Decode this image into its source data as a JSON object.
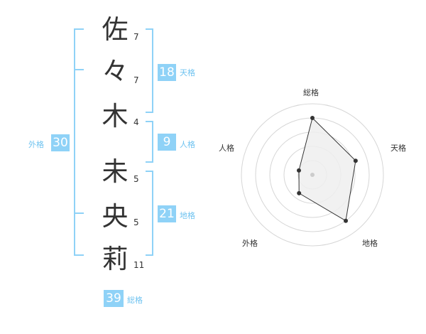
{
  "chars": [
    {
      "kanji": "佐",
      "strokes": "7"
    },
    {
      "kanji": "々",
      "strokes": "7"
    },
    {
      "kanji": "木",
      "strokes": "4"
    },
    {
      "kanji": "未",
      "strokes": "5"
    },
    {
      "kanji": "央",
      "strokes": "5"
    },
    {
      "kanji": "莉",
      "strokes": "11"
    }
  ],
  "kakusu": {
    "tenkaku": {
      "value": "18",
      "label": "天格"
    },
    "jinkaku": {
      "value": "9",
      "label": "人格"
    },
    "chikaku": {
      "value": "21",
      "label": "地格"
    },
    "gaikaku": {
      "value": "30",
      "label": "外格"
    },
    "soukaku": {
      "value": "39",
      "label": "総格"
    }
  },
  "colors": {
    "accent": "#8fd2f7",
    "accent_text": "#6fc3f0",
    "bracket": "#8fd2f7",
    "radar_fill": "#eeeeee",
    "radar_line": "#333333"
  },
  "chart_data": {
    "type": "radar",
    "axes": [
      "総格",
      "天格",
      "地格",
      "外格",
      "人格"
    ],
    "values": [
      4,
      3.2,
      4,
      1.6,
      1
    ],
    "rmax": 5,
    "rings": 5
  }
}
